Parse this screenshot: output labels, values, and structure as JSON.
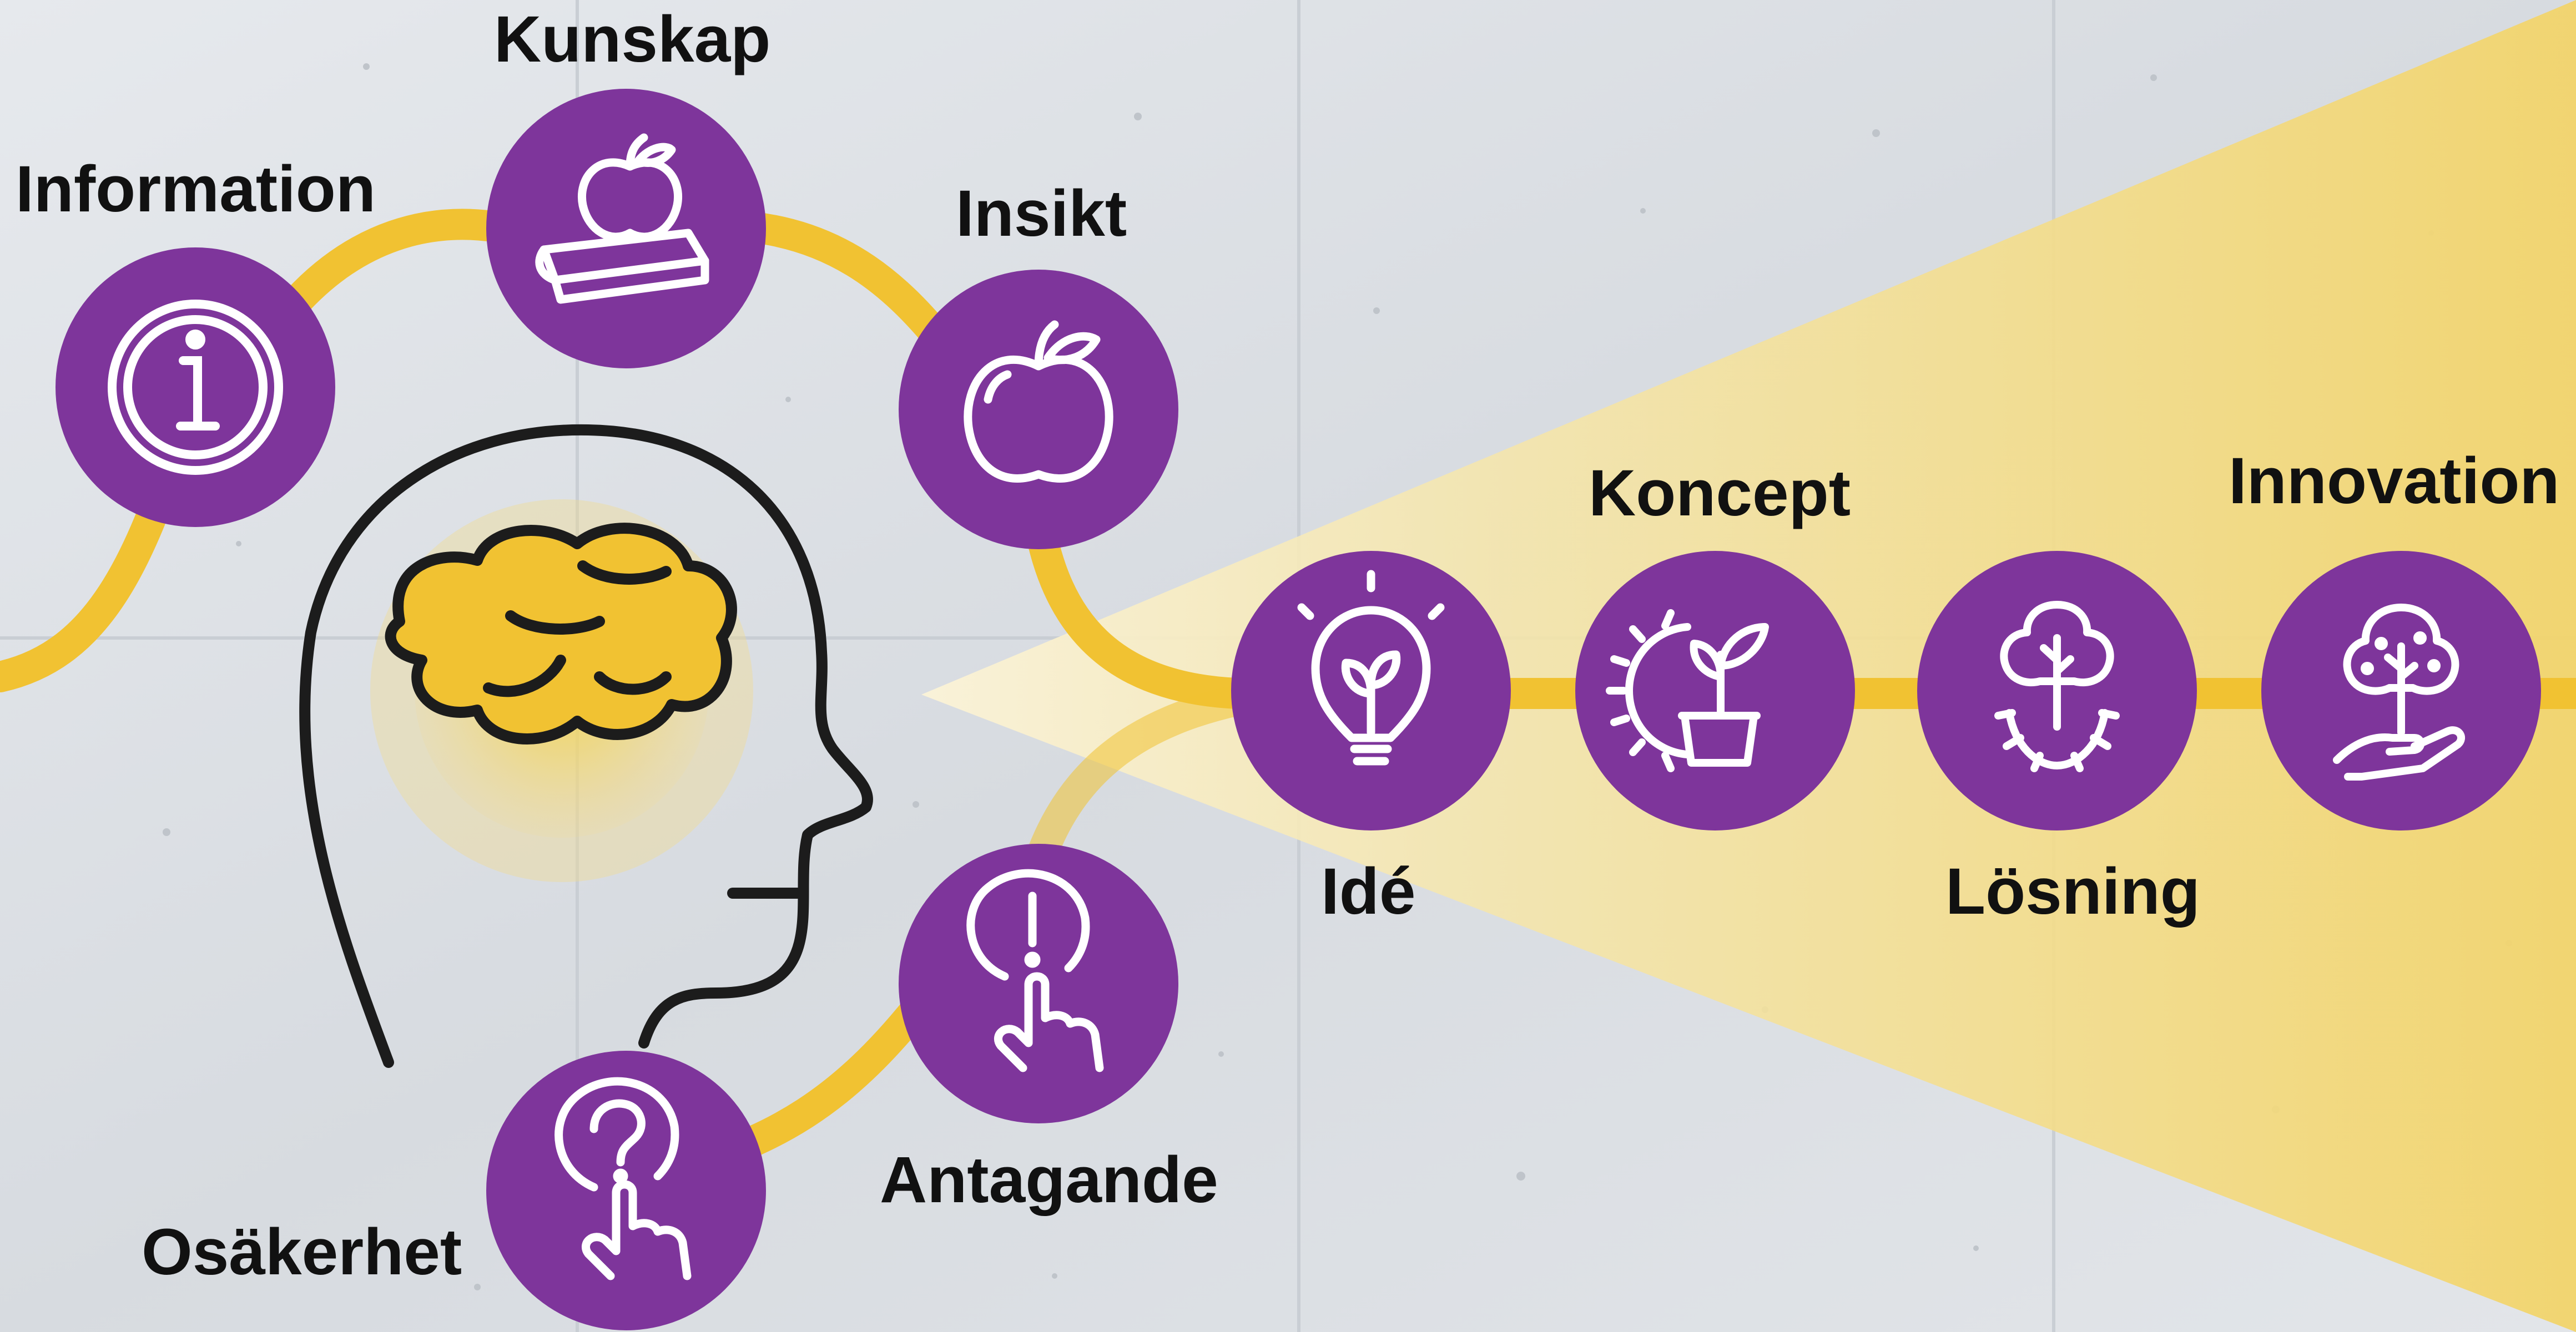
{
  "colors": {
    "background": "#dfe3e8",
    "path": "#f1c232",
    "node": "#7e359b",
    "icon": "#ffffff",
    "head_outline": "#1c1c1c",
    "beam": "#f2d46b"
  },
  "nodes": [
    {
      "id": "information",
      "label": "Information",
      "icon": "info-icon"
    },
    {
      "id": "kunskap",
      "label": "Kunskap",
      "icon": "apple-on-books-icon"
    },
    {
      "id": "insikt",
      "label": "Insikt",
      "icon": "apple-icon"
    },
    {
      "id": "osakerhet",
      "label": "Osäkerhet",
      "icon": "question-touch-icon"
    },
    {
      "id": "antagande",
      "label": "Antagande",
      "icon": "exclamation-touch-icon"
    },
    {
      "id": "ide",
      "label": "Idé",
      "icon": "lightbulb-sprout-icon"
    },
    {
      "id": "koncept",
      "label": "Koncept",
      "icon": "gear-plant-icon"
    },
    {
      "id": "losning",
      "label": "Lösning",
      "icon": "tree-gear-icon"
    },
    {
      "id": "innovation",
      "label": "Innovation",
      "icon": "hand-tree-icon"
    }
  ]
}
